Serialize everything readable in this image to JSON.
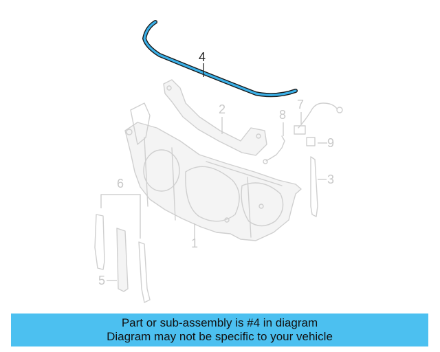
{
  "diagram": {
    "callouts": [
      {
        "id": "1",
        "label": "1",
        "active": false
      },
      {
        "id": "2",
        "label": "2",
        "active": false
      },
      {
        "id": "3",
        "label": "3",
        "active": false
      },
      {
        "id": "4",
        "label": "4",
        "active": true
      },
      {
        "id": "5",
        "label": "5",
        "active": false
      },
      {
        "id": "6",
        "label": "6",
        "active": false
      },
      {
        "id": "7",
        "label": "7",
        "active": false
      },
      {
        "id": "8",
        "label": "8",
        "active": false
      },
      {
        "id": "9",
        "label": "9",
        "active": false
      }
    ],
    "highlight_color": "#3ab0e8",
    "ghost_color": "#cfcfcf"
  },
  "banner": {
    "line1": "Part or sub-assembly is #4 in diagram",
    "line2": "Diagram may not be specific to your vehicle",
    "background": "#4cc0f0"
  }
}
